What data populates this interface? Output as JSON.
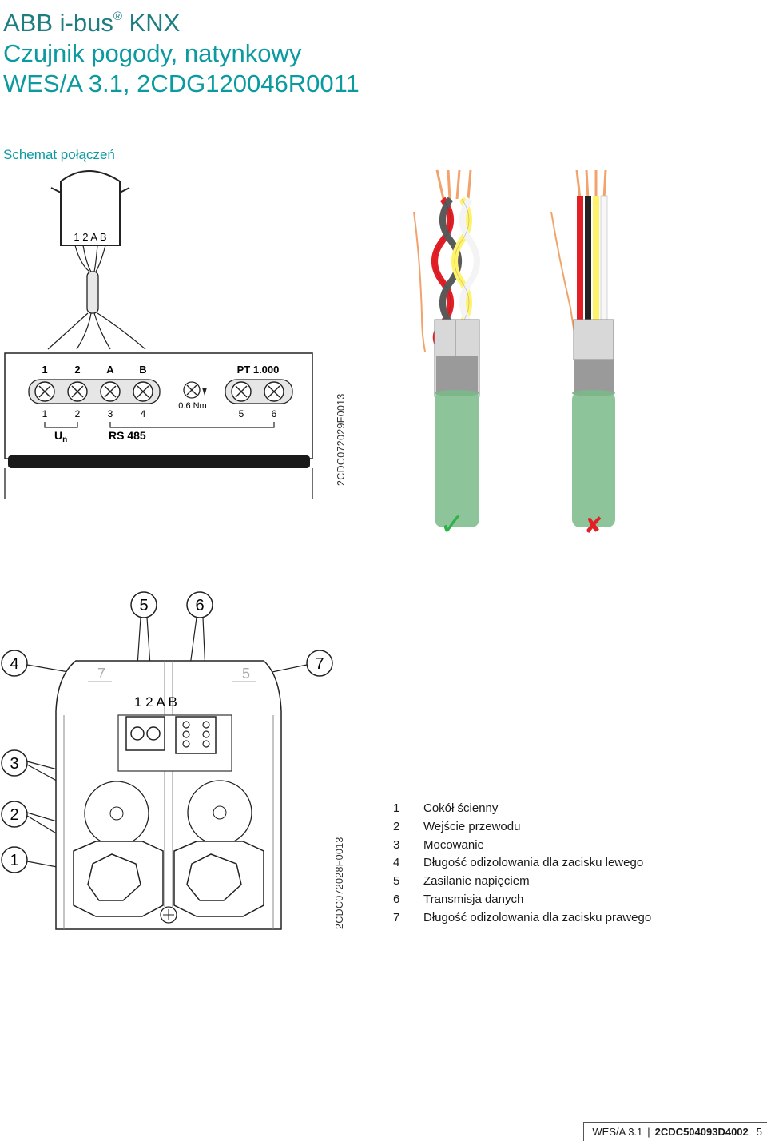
{
  "header": {
    "line1": "ABB i-bus",
    "line1_mark": "®",
    "line1_tail": "KNX",
    "line2": "Czujnik pogody, natynkowy",
    "line3": "WES/A 3.1, 2CDG120046R0011"
  },
  "section_title": "Schemat połączeń",
  "wiring_diagram": {
    "sensor_terminals": "1  2  A  B",
    "board_top_labels": [
      "1",
      "2",
      "A",
      "B"
    ],
    "pt_label": "PT 1.000",
    "board_bottom_labels": [
      "1",
      "2",
      "3",
      "4",
      "5",
      "6"
    ],
    "torque": "0.6 Nm",
    "un_label": "U",
    "un_sub": "n",
    "rs_label": "RS 485",
    "figure_code": "2CDC072029F0013"
  },
  "cable_figure": {
    "correct_mark": "✓",
    "wrong_mark": "✘",
    "colors": {
      "jacket": "#8ec49a",
      "red": "#e31e24",
      "yellow": "#fff36a",
      "grey": "#5a5a5a",
      "wire": "#f2a36b",
      "correct": "#2bb34a",
      "wrong": "#e31e24"
    }
  },
  "housing_figure": {
    "callouts": [
      "5",
      "6",
      "4",
      "7",
      "3",
      "2",
      "1"
    ],
    "terminal_labels": "1 2  A  B",
    "embossed_left": "7",
    "embossed_right": "5",
    "figure_code": "2CDC072028F0013"
  },
  "legend": [
    {
      "num": "1",
      "text": "Cokół ścienny"
    },
    {
      "num": "2",
      "text": "Wejście przewodu"
    },
    {
      "num": "3",
      "text": "Mocowanie"
    },
    {
      "num": "4",
      "text": "Długość odizolowania dla zacisku lewego"
    },
    {
      "num": "5",
      "text": "Zasilanie napięciem"
    },
    {
      "num": "6",
      "text": "Transmisja danych"
    },
    {
      "num": "7",
      "text": "Długość odizolowania dla zacisku prawego"
    }
  ],
  "footer": {
    "product": "WES/A 3.1",
    "separator": "|",
    "doc_code": "2CDC504093D4002",
    "page": "5"
  }
}
